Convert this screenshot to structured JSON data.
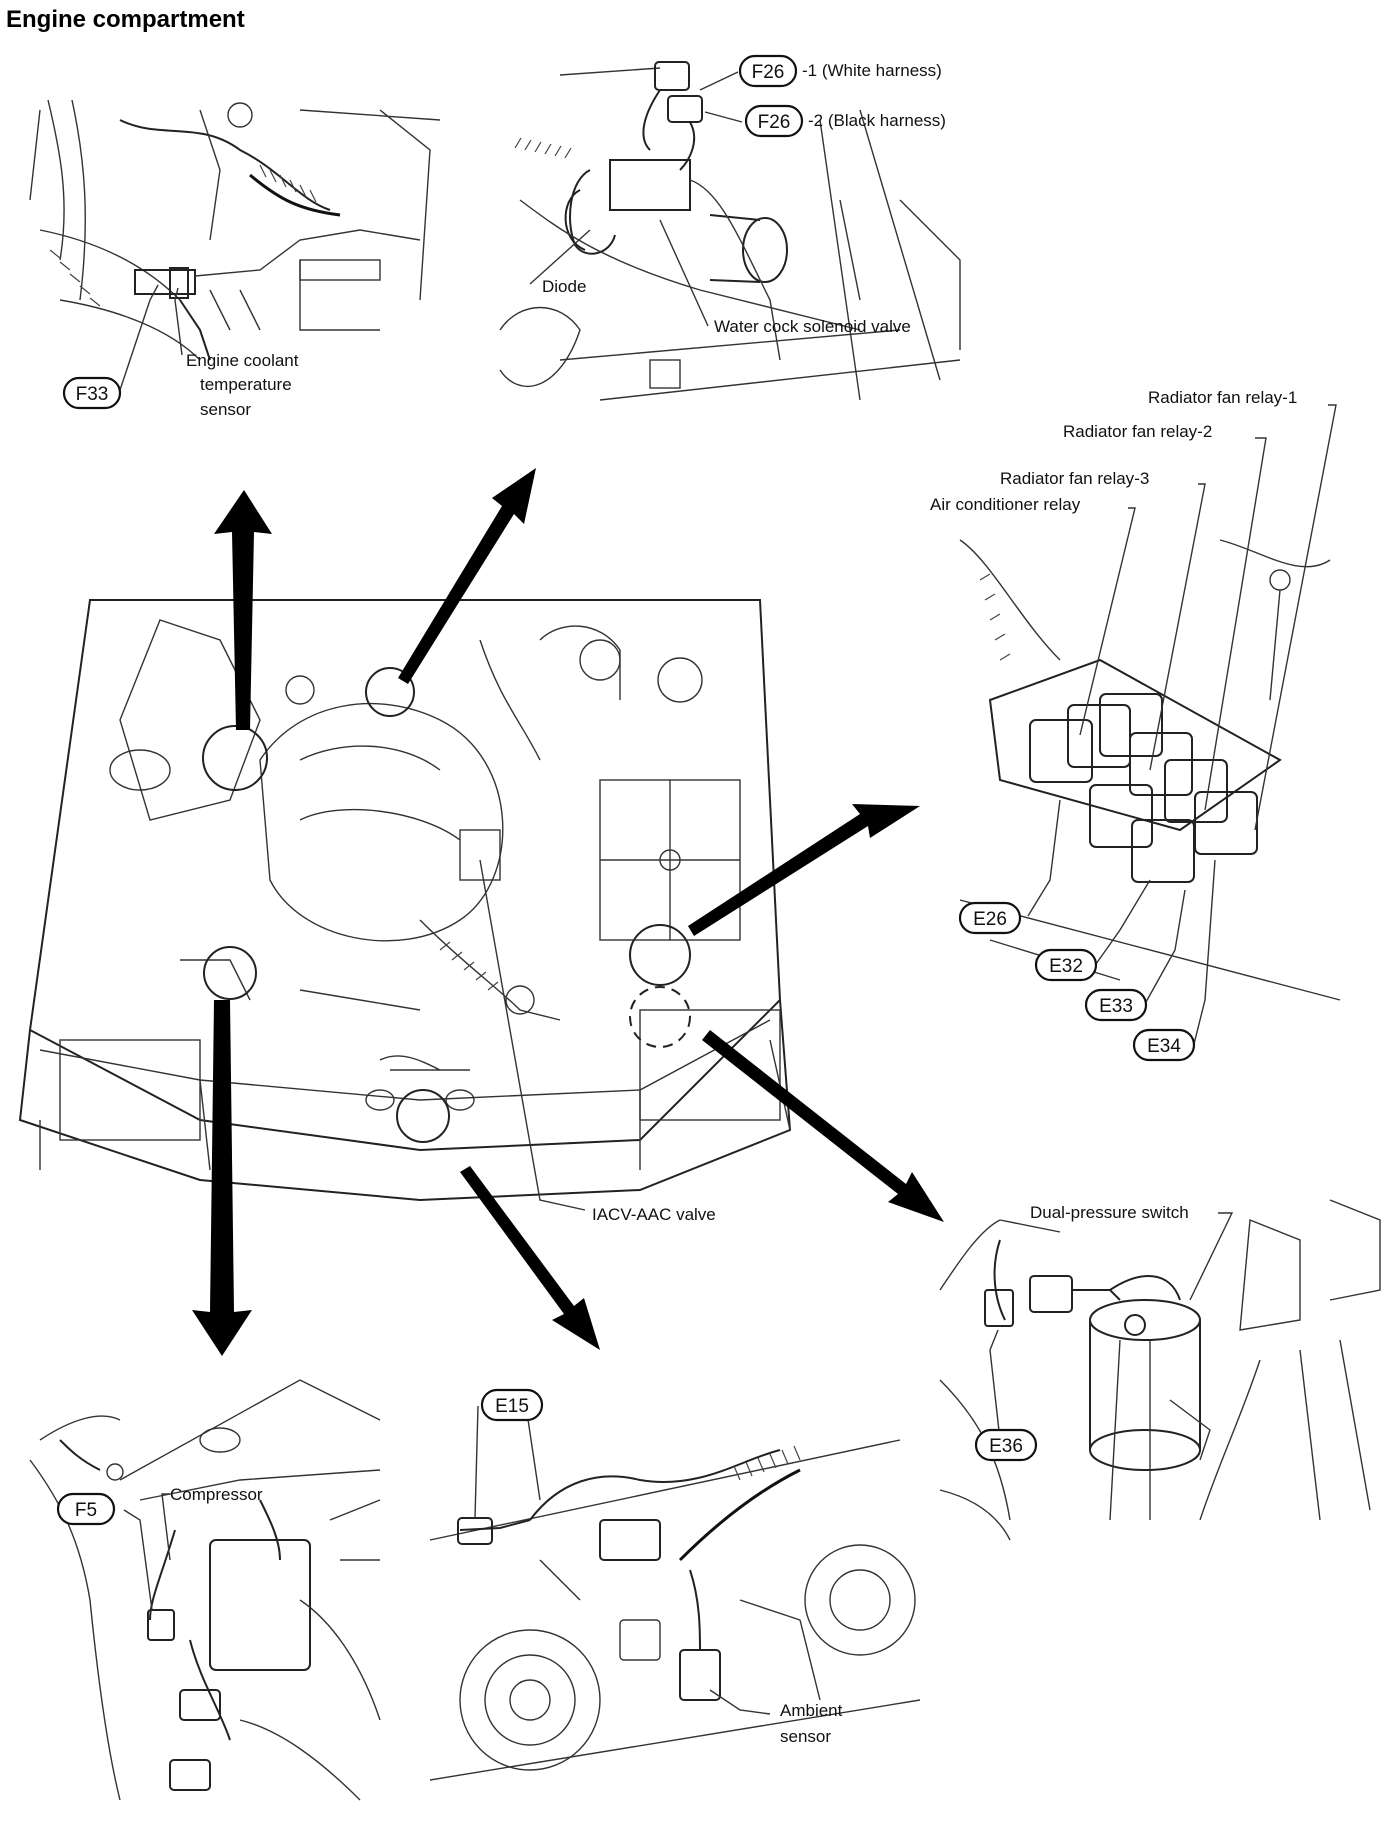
{
  "title": "Engine compartment",
  "connectors": {
    "f26_1": "F26",
    "f26_2": "F26",
    "f33": "F33",
    "e26": "E26",
    "e32": "E32",
    "e33": "E33",
    "e34": "E34",
    "e36": "E36",
    "f5": "F5",
    "e15": "E15"
  },
  "labels": {
    "white_harness": "-1 (White harness)",
    "black_harness": "-2 (Black harness)",
    "diode": "Diode",
    "water_cock": "Water cock solenoid valve",
    "coolant_1": "Engine coolant",
    "coolant_2": "temperature",
    "coolant_3": "sensor",
    "fan_relay_1": "Radiator fan relay-1",
    "fan_relay_2": "Radiator fan relay-2",
    "fan_relay_3": "Radiator fan relay-3",
    "ac_relay": "Air conditioner relay",
    "iacv": "IACV-AAC valve",
    "dual_pressure": "Dual-pressure switch",
    "compressor": "Compressor",
    "ambient_1": "Ambient",
    "ambient_2": "sensor"
  }
}
